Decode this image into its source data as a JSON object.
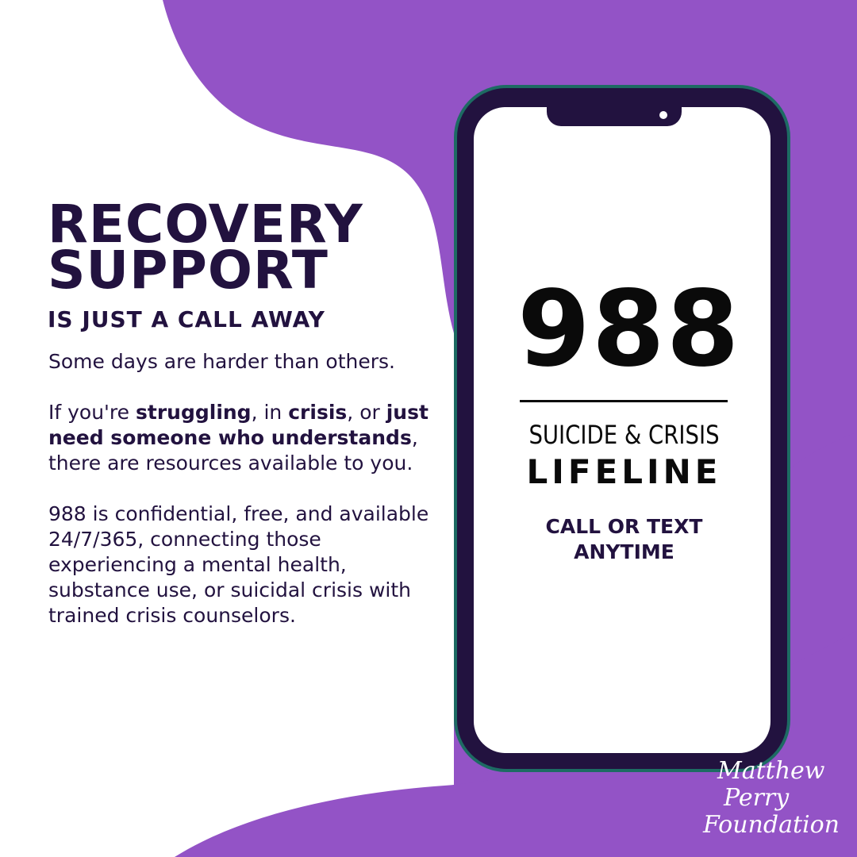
{
  "colors": {
    "purple": "#9353c6",
    "navy": "#22123f",
    "phone_border": "#1d6b63",
    "black": "#0a0a0a",
    "white": "#ffffff"
  },
  "headline": {
    "line1": "RECOVERY",
    "line2": "SUPPORT",
    "subhead": "IS JUST A CALL AWAY"
  },
  "body": {
    "p1": "Some days are harder than others.",
    "p2": {
      "t1": "If you're ",
      "b1": "struggling",
      "t2": ", in ",
      "b2": "crisis",
      "t3": ", or ",
      "b3": "just need someone who understands",
      "t4": ", there are resources available to you."
    },
    "p3": "988 is confidential, free, and available 24/7/365, connecting those experiencing a mental health, substance use, or suicidal crisis with trained crisis counselors."
  },
  "phone": {
    "number": "988",
    "lifeline_line1": "SUICIDE & CRISIS",
    "lifeline_line2": "LIFELINE",
    "cta_line1": "CALL OR TEXT",
    "cta_line2": "ANYTIME"
  },
  "logo": {
    "line1": "Matthew",
    "line2": "Perry",
    "line3": "Foundation"
  }
}
